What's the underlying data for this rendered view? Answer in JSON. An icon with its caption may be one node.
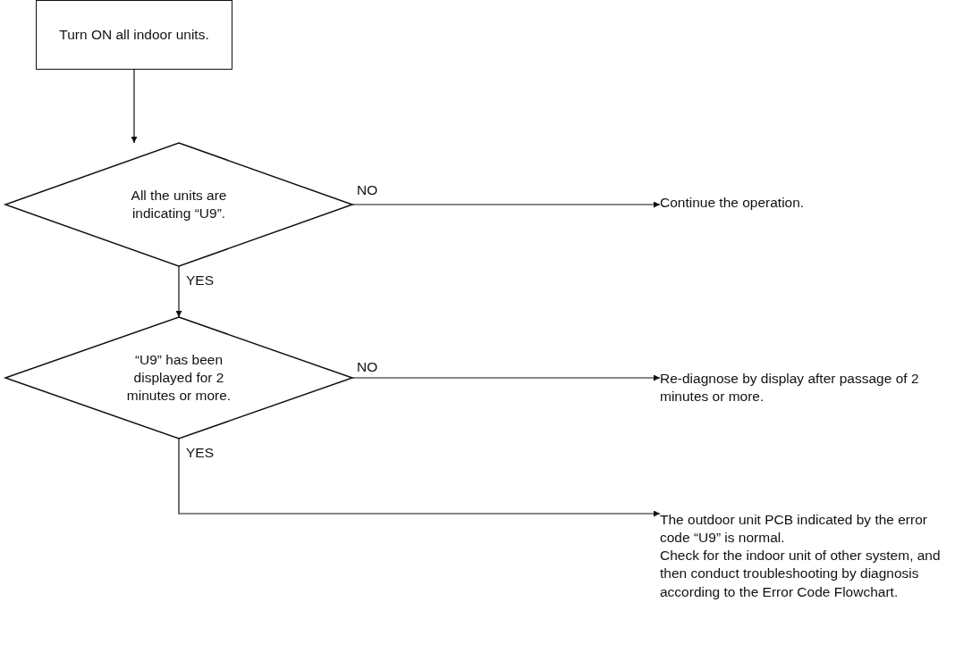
{
  "diagram": {
    "nodes": [
      {
        "text": [
          "Turn ON all indoor units."
        ]
      },
      {
        "text": [
          "All the units are indicating “U9”."
        ]
      },
      {
        "text": [
          "Continue the operation."
        ]
      },
      {
        "text": [
          "“U9” has been displayed for 2 minutes or more."
        ]
      },
      {
        "text": [
          "Re-diagnose by display after passage of 2 minutes or more."
        ]
      },
      {
        "text": [
          "The outdoor unit PCB indicated by the error code “U9” is normal.",
          "Check for the indoor unit of other system, and then conduct troubleshooting by diagnosis according to the Error Code Flowchart."
        ]
      }
    ],
    "edges": [
      {
        "from": 0,
        "to": 1,
        "arrow": "to"
      },
      {
        "from": 1,
        "to": 2,
        "arrow": "to",
        "label": "NO"
      },
      {
        "from": 1,
        "to": 3,
        "arrow": "to",
        "label": "YES"
      },
      {
        "from": 3,
        "to": 4,
        "arrow": "to",
        "label": "NO"
      },
      {
        "from": 3,
        "to": 5,
        "arrow": "to",
        "label": "YES"
      }
    ]
  }
}
